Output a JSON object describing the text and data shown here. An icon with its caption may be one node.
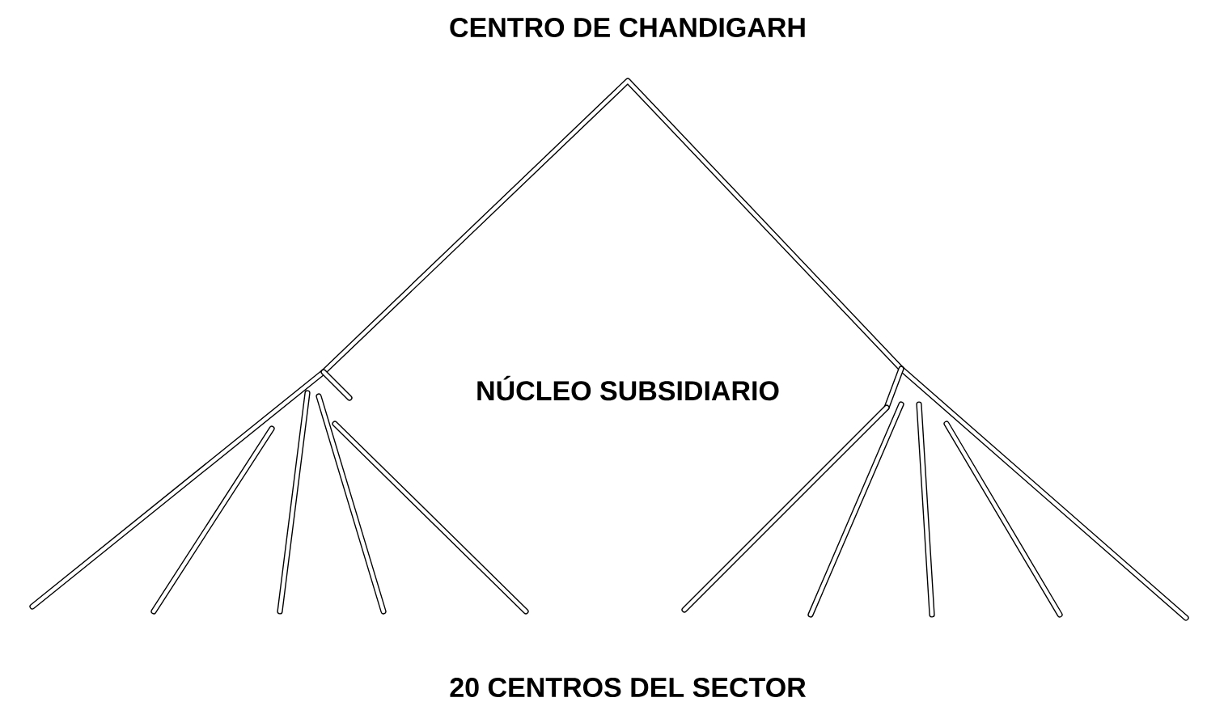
{
  "diagram": {
    "labels": [
      "CENTRO DE CHANDIGARH",
      "NÚCLEO SUBSIDIARIO",
      "20 CENTROS DEL SECTOR"
    ]
  }
}
